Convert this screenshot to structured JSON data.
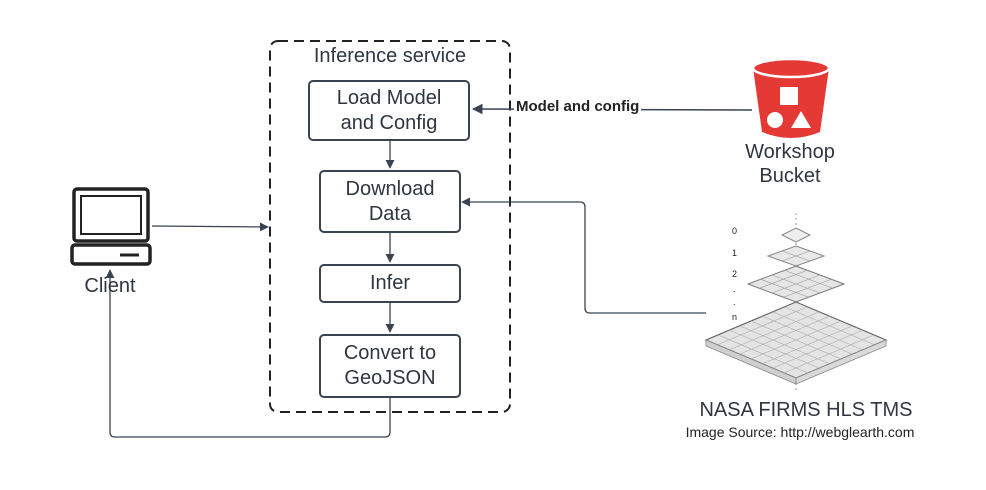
{
  "service": {
    "title": "Inference service"
  },
  "steps": [
    {
      "id": "load",
      "label": "Load Model\nand Config"
    },
    {
      "id": "download",
      "label": "Download\nData"
    },
    {
      "id": "infer",
      "label": "Infer"
    },
    {
      "id": "convert",
      "label": "Convert to\nGeoJSON"
    }
  ],
  "client": {
    "label": "Client",
    "icon": "laptop-icon"
  },
  "bucket": {
    "label": "Workshop\nBucket",
    "icon": "storage-bucket-icon",
    "color": "#e53935"
  },
  "edge_label": "Model and config",
  "tms": {
    "title": "NASA FIRMS HLS TMS",
    "source": "Image Source: http://webglearth.com",
    "levels": [
      "0",
      "1",
      "2",
      ".",
      ".",
      "n"
    ]
  },
  "colors": {
    "stroke": "#3a4350",
    "text": "#2f3640",
    "bucket": "#e53935"
  }
}
